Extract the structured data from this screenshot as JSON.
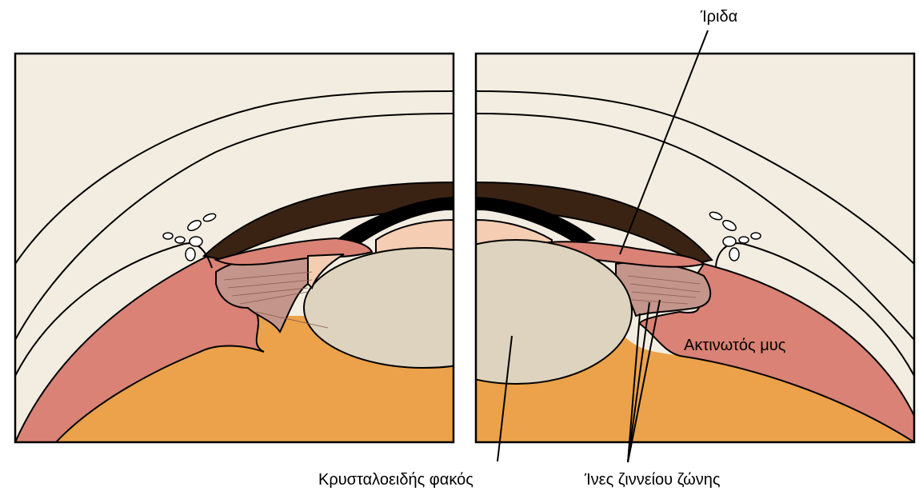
{
  "labels": {
    "iris": "Ίριδα",
    "ciliary_muscle": "Ακτινωτός μυς",
    "lens": "Κρυσταλοειδής φακός",
    "zonular_fibers": "Ίνες ζιννείου ζώνης"
  },
  "colors": {
    "background": "#f3ede1",
    "sclera_outline": "#000000",
    "dark_band": "#3b2314",
    "black_band": "#000000",
    "iris_pink": "#d98275",
    "muscle_red": "#d98275",
    "ciliary_body": "#c4958a",
    "peach": "#f5cdb3",
    "lens": "#ddd3bf",
    "vitreous_orange": "#eba24a"
  }
}
